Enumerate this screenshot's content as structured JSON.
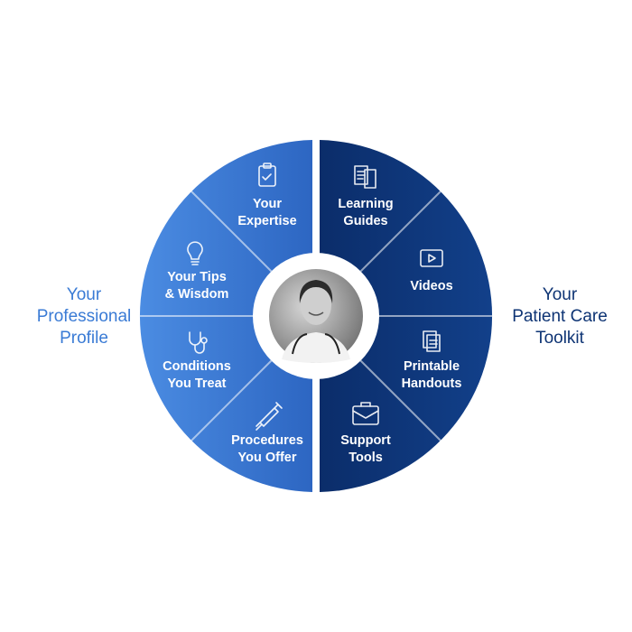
{
  "colors": {
    "left_half": "#3a78d2",
    "right_half": "#0e3474",
    "left_label": "#3a7bd5",
    "right_label": "#0e3474"
  },
  "left_title": [
    "Your",
    "Professional",
    "Profile"
  ],
  "right_title": [
    "Your",
    "Patient Care",
    "Toolkit"
  ],
  "center": {
    "icon": "doctor-portrait"
  },
  "left_segments": [
    {
      "lines": [
        "Your",
        "Expertise"
      ],
      "icon": "clipboard-check-icon"
    },
    {
      "lines": [
        "Your Tips",
        "& Wisdom"
      ],
      "icon": "lightbulb-icon"
    },
    {
      "lines": [
        "Conditions",
        "You Treat"
      ],
      "icon": "stethoscope-icon"
    },
    {
      "lines": [
        "Procedures",
        "You Offer"
      ],
      "icon": "syringe-icon"
    }
  ],
  "right_segments": [
    {
      "lines": [
        "Learning",
        "Guides"
      ],
      "icon": "documents-icon"
    },
    {
      "lines": [
        "Videos"
      ],
      "icon": "video-play-icon"
    },
    {
      "lines": [
        "Printable",
        "Handouts"
      ],
      "icon": "handouts-icon"
    },
    {
      "lines": [
        "Support",
        "Tools"
      ],
      "icon": "briefcase-icon"
    }
  ]
}
